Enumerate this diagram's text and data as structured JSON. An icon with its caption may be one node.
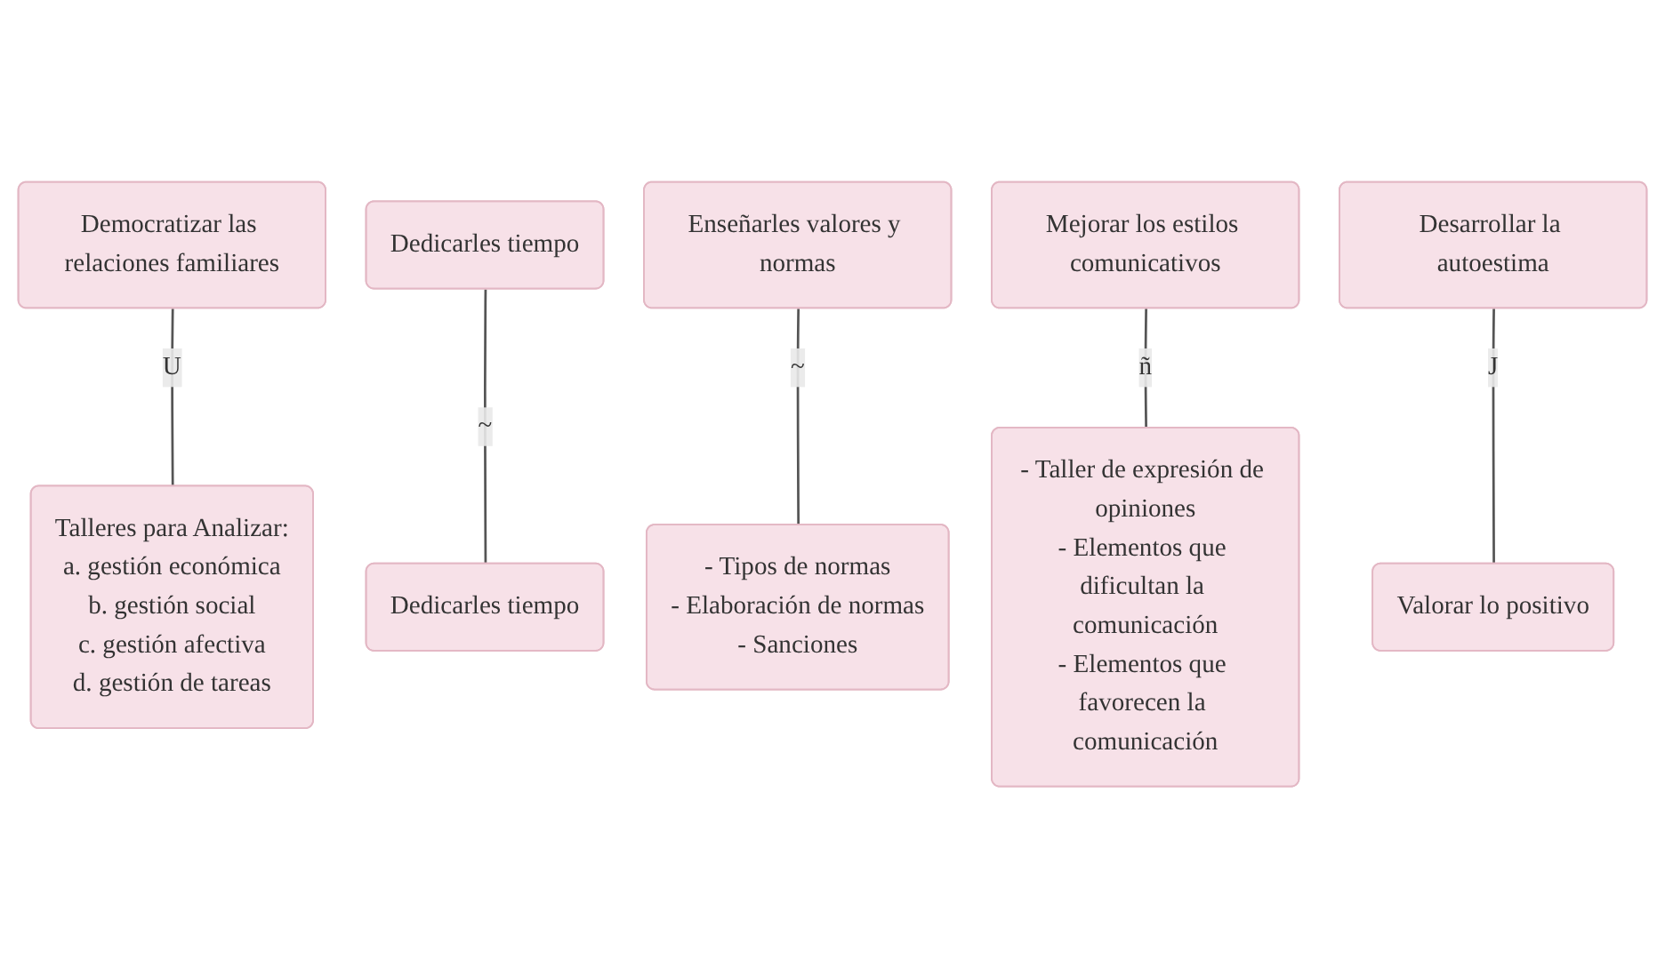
{
  "diagram": {
    "nodes": [
      {
        "text": [
          "Democratizar las relaciones familiares"
        ]
      },
      {
        "text": [
          "Dedicarles tiempo"
        ]
      },
      {
        "text": [
          "Enseñarles valores y normas"
        ]
      },
      {
        "text": [
          "Mejorar los estilos comunicativos"
        ]
      },
      {
        "text": [
          "Desarrollar la autoestima"
        ]
      },
      {
        "text": [
          "Talleres para Analizar:",
          "a. gestión económica",
          "b. gestión social",
          "c. gestión afectiva",
          "d. gestión de tareas"
        ]
      },
      {
        "text": [
          "Dedicarles tiempo"
        ]
      },
      {
        "text": [
          "- Tipos de normas",
          "- Elaboración de normas",
          "- Sanciones"
        ]
      },
      {
        "text": [
          "- Taller de expresión de opiniones",
          "- Elementos que dificultan la comunicación",
          "- Elementos que favorecen la comunicación"
        ]
      },
      {
        "text": [
          "Valorar lo positivo"
        ]
      }
    ],
    "edges": [
      {
        "from": 0,
        "to": 5,
        "arrow": "none",
        "label": "U"
      },
      {
        "from": 1,
        "to": 6,
        "arrow": "none",
        "label": "~"
      },
      {
        "from": 2,
        "to": 7,
        "arrow": "none",
        "label": "~"
      },
      {
        "from": 3,
        "to": 8,
        "arrow": "none",
        "label": "ñ"
      },
      {
        "from": 4,
        "to": 9,
        "arrow": "none",
        "label": "J"
      }
    ]
  }
}
